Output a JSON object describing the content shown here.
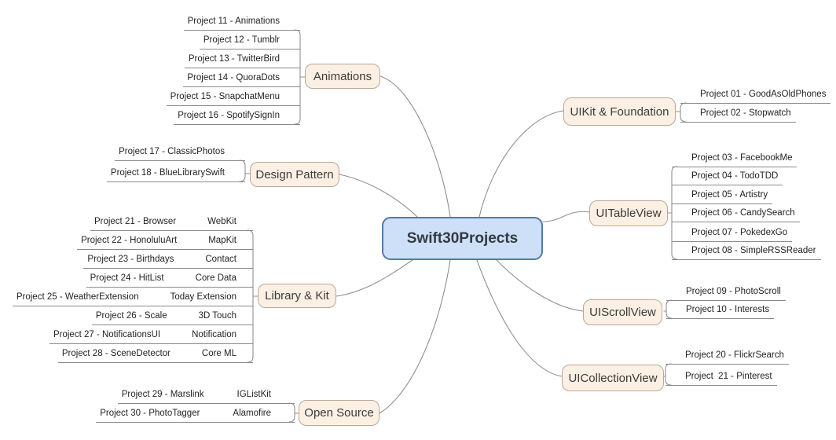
{
  "title": "Swift30Projects",
  "colors": {
    "canvas_background": "#ffffff",
    "center_fill": "#cde0f7",
    "center_border": "#5578ab",
    "branch_fill": "#fcefe3",
    "branch_border": "#b9a896",
    "connector_line": "#909090",
    "leaf_underline": "#8a8a8a",
    "leaf_text": "#232323"
  },
  "center": {
    "label": "Swift30Projects"
  },
  "branches": {
    "uikit_foundation": {
      "label": "UIKit & Foundation",
      "leaves": [
        {
          "label": "Project 01 - GoodAsOldPhones"
        },
        {
          "label": "Project 02 - Stopwatch"
        }
      ]
    },
    "uitableview": {
      "label": "UITableView",
      "leaves": [
        {
          "label": "Project 03 - FacebookMe"
        },
        {
          "label": "Project 04 - TodoTDD"
        },
        {
          "label": "Project 05 - Artistry"
        },
        {
          "label": "Project 06 - CandySearch"
        },
        {
          "label": "Project 07 - PokedexGo"
        },
        {
          "label": "Project 08 - SimpleRSSReader"
        }
      ]
    },
    "uiscrollview": {
      "label": "UIScrollView",
      "leaves": [
        {
          "label": "Project 09 - PhotoScroll"
        },
        {
          "label": "Project 10 - Interests"
        }
      ]
    },
    "uicollectionview": {
      "label": "UICollectionView",
      "leaves": [
        {
          "label": "Project 20 - FlickrSearch"
        },
        {
          "label": "Project  21 - Pinterest"
        }
      ]
    },
    "animations": {
      "label": "Animations",
      "leaves": [
        {
          "label": "Project 11 - Animations"
        },
        {
          "label": "Project 12 - Tumblr"
        },
        {
          "label": "Project 13 - TwitterBird"
        },
        {
          "label": "Project 14 - QuoraDots"
        },
        {
          "label": "Project 15 - SnapchatMenu"
        },
        {
          "label": "Project 16 - SpotifySignIn"
        }
      ]
    },
    "design_pattern": {
      "label": "Design Pattern",
      "leaves": [
        {
          "label": "Project 17 - ClassicPhotos"
        },
        {
          "label": "Project 18 - BlueLibrarySwift"
        }
      ]
    },
    "library_kit": {
      "label": "Library & Kit",
      "leaves": [
        {
          "name": "Project 21 - Browser",
          "framework": "WebKit"
        },
        {
          "name": "Project 22 - HonoluluArt",
          "framework": "MapKit"
        },
        {
          "name": "Project 23 - Birthdays",
          "framework": "Contact"
        },
        {
          "name": "Project 24 - HitList",
          "framework": "Core Data"
        },
        {
          "name": "Project 25 - WeatherExtension",
          "framework": "Today Extension"
        },
        {
          "name": "Project 26 - Scale",
          "framework": "3D Touch"
        },
        {
          "name": "Project 27 - NotificationsUI",
          "framework": "Notification"
        },
        {
          "name": "Project 28 - SceneDetector",
          "framework": "Core ML"
        }
      ]
    },
    "open_source": {
      "label": "Open Source",
      "leaves": [
        {
          "name": "Project 29 - Marslink",
          "framework": "IGListKit"
        },
        {
          "name": "Project 30 - PhotoTagger",
          "framework": "Alamofire"
        }
      ]
    }
  }
}
